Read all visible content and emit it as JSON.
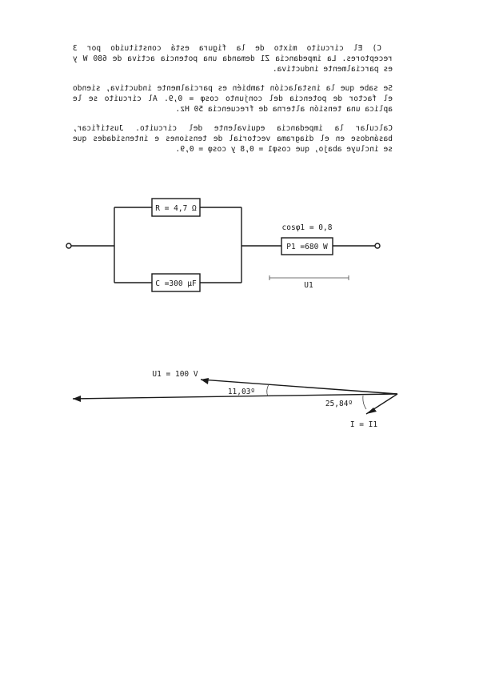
{
  "paragraphs": [
    {
      "lines": [
        "C) El circuito mixto de la figura está constituido por 3",
        "receptores. La impedancia Z1 demanda una potencia activa de 680 W y",
        "es parcialmente inductiva."
      ]
    },
    {
      "lines": [
        "Se sabe que la instalación también es parcialmente inductiva, siendo",
        "el factor de potencia del conjunto cosφ = 0,9. Al circuito se le",
        "aplica una tensión alterna de frecuencia 50 Hz."
      ]
    },
    {
      "lines": [
        "Calcular la impedancia equivalente del circuito. Justificar,",
        "basándose en el diagrama vectorial de tensiones e intensidades que",
        "se incluye abajo, que cosφ1 = 0,8 y cosφ = 0,9."
      ]
    }
  ],
  "circuit": {
    "resistor_label": "R = 4,7 Ω",
    "capacitor_label": "C =300 μF",
    "z1_label": "P1 =680 W",
    "cos_label": "cosφ1 = 0,8",
    "voltage_label": "U1"
  },
  "phasor": {
    "u1_label": "U1 = 100 V",
    "angle1_label": "11,03º",
    "angle2_label": "25,84º",
    "current_label": "I = I1"
  }
}
